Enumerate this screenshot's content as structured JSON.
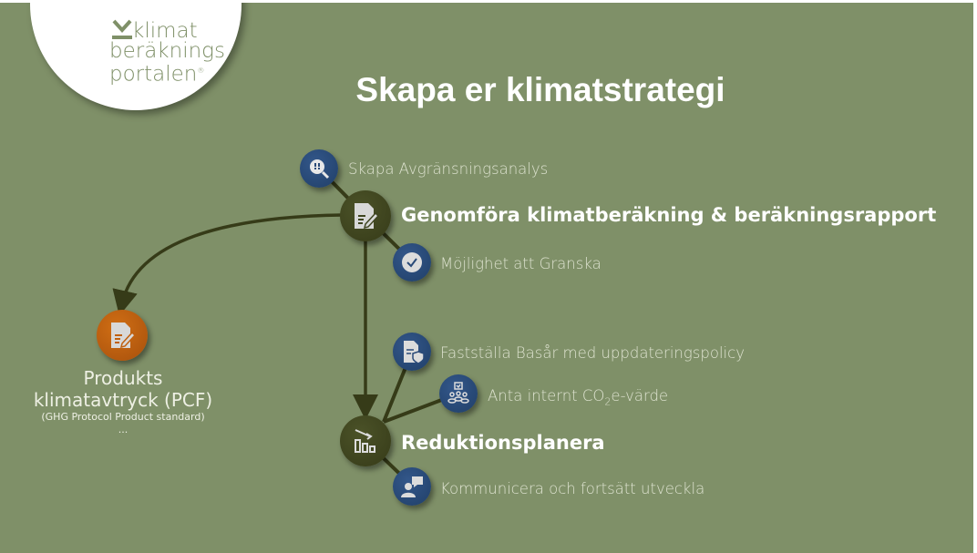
{
  "logo": {
    "line1": "klimat",
    "line2": "beräknings",
    "line3": "portalen",
    "mark": "®"
  },
  "title": "Skapa er klimatstrategi",
  "steps": {
    "scope": "Skapa Avgränsningsanalys",
    "calc": "Genomföra klimatberäkning & beräkningsrapport",
    "review": "Möjlighet att Granska",
    "baseyear": "Fastställa Basår med uppdateringspolicy",
    "co2_pre": "Anta internt CO",
    "co2_sub": "2",
    "co2_post": "e-värde",
    "reduction": "Reduktionsplanera",
    "communicate": "Kommunicera och fortsätt utveckla"
  },
  "pcf": {
    "line1": "Produkts",
    "line2": "klimatavtryck (PCF)",
    "line3": "(GHG Protocol Product standard)",
    "line4": "..."
  },
  "colors": {
    "background": "#7f9068",
    "node_blue": "#2a4a78",
    "node_dark": "#3f4520",
    "node_orange": "#c0600f"
  }
}
